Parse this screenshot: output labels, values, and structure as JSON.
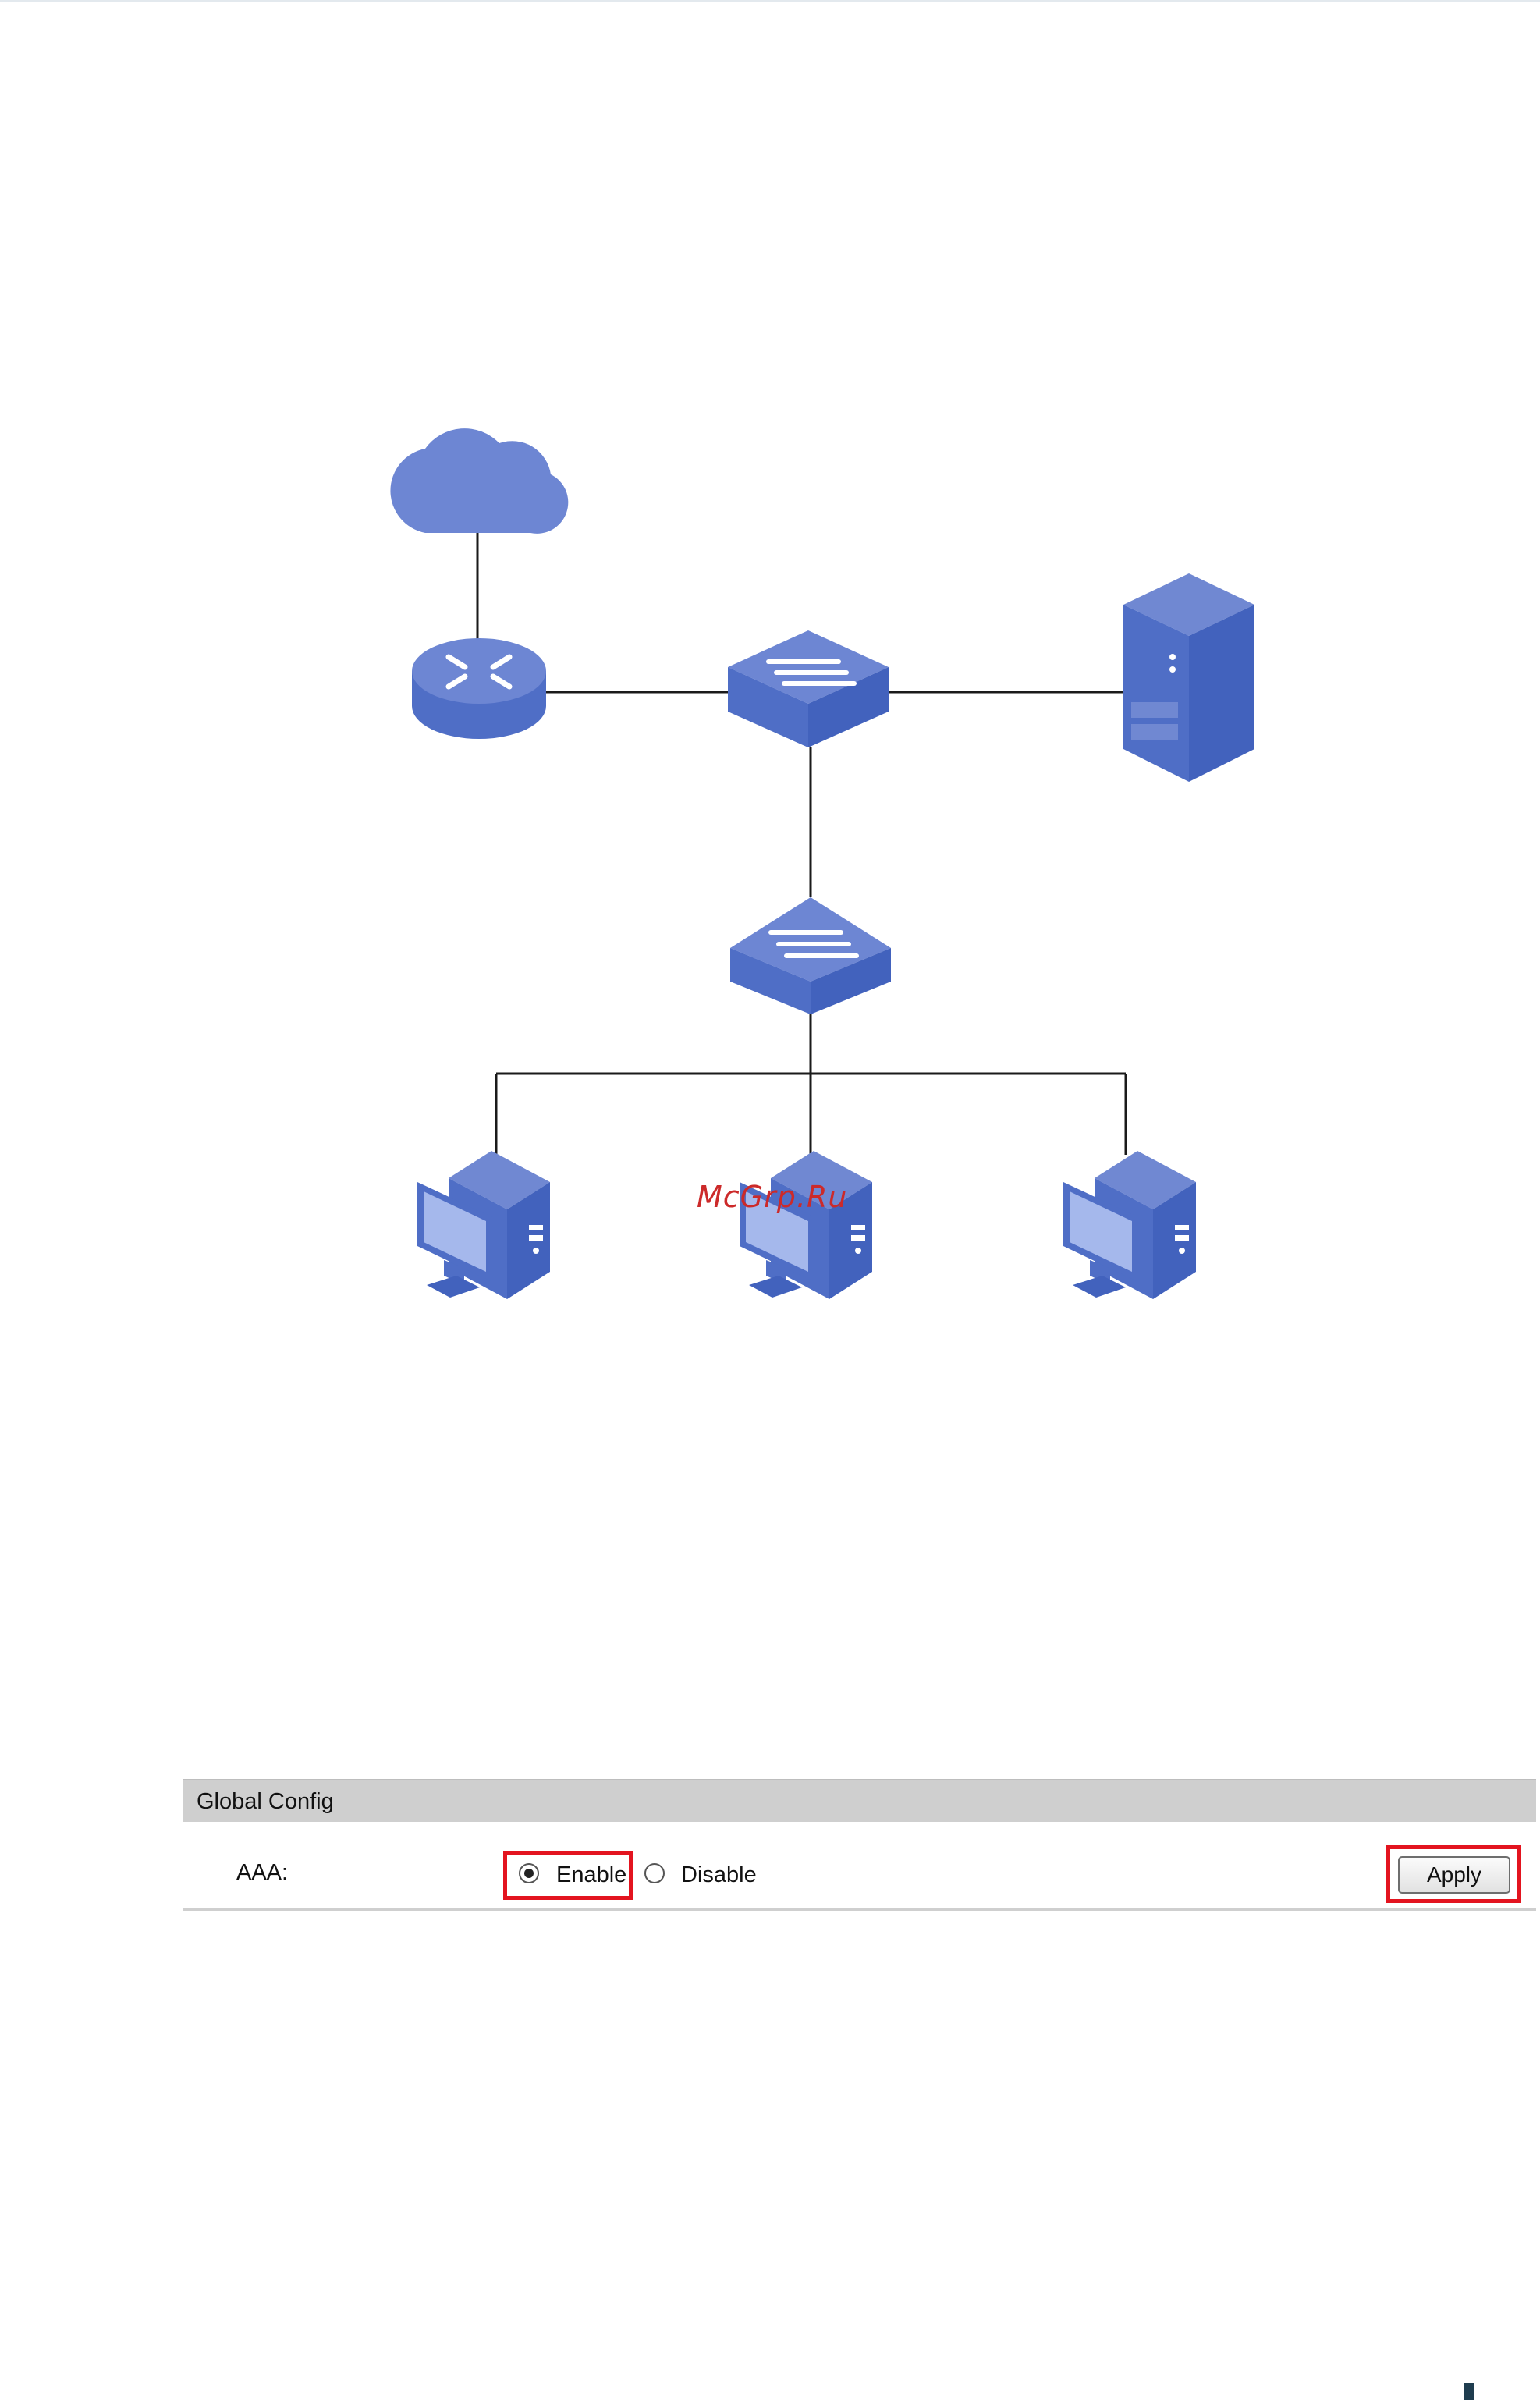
{
  "watermark": "McGrp.Ru",
  "diagram": {
    "nodes": [
      {
        "id": "internet",
        "icon": "cloud-icon"
      },
      {
        "id": "router",
        "icon": "router-icon"
      },
      {
        "id": "core-switch",
        "icon": "switch-icon"
      },
      {
        "id": "server",
        "icon": "server-icon"
      },
      {
        "id": "access-switch",
        "icon": "switch-icon"
      },
      {
        "id": "pc-1",
        "icon": "computer-icon"
      },
      {
        "id": "pc-2",
        "icon": "computer-icon"
      },
      {
        "id": "pc-3",
        "icon": "computer-icon"
      }
    ],
    "links": [
      [
        "internet",
        "router"
      ],
      [
        "router",
        "core-switch"
      ],
      [
        "core-switch",
        "server"
      ],
      [
        "core-switch",
        "access-switch"
      ],
      [
        "access-switch",
        "pc-1"
      ],
      [
        "access-switch",
        "pc-2"
      ],
      [
        "access-switch",
        "pc-3"
      ]
    ],
    "colors": {
      "device": "#4f6ec6",
      "device_light": "#7088d2",
      "device_top": "#6d86d3",
      "line": "#1a1a1a"
    }
  },
  "config": {
    "section_title": "Global Config",
    "aaa_label": "AAA:",
    "options": [
      {
        "label": "Enable",
        "selected": true
      },
      {
        "label": "Disable",
        "selected": false
      }
    ],
    "apply_label": "Apply",
    "highlight_color": "#e3141f"
  }
}
